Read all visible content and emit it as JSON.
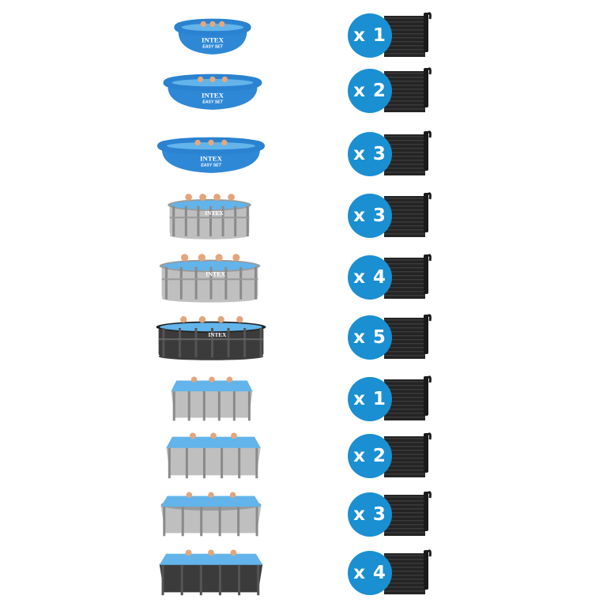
{
  "colors": {
    "badge": "#1a8fd1",
    "mat": "#242424",
    "mat_rib": "#3a3a3a",
    "water": "#2e88d6",
    "water_light": "#62b4ea",
    "frame_grey": "#bfbfbf",
    "frame_dark": "#3b3b3b"
  },
  "brand": {
    "name": "INTEX",
    "sub": "EASY SET"
  },
  "rows": [
    {
      "pool": "easy-set",
      "badge": "x 1"
    },
    {
      "pool": "easy-set",
      "badge": "x 2"
    },
    {
      "pool": "easy-set",
      "badge": "x 3"
    },
    {
      "pool": "round-frame-grey",
      "badge": "x 3"
    },
    {
      "pool": "round-frame-grey",
      "badge": "x 4"
    },
    {
      "pool": "round-frame-dark",
      "badge": "x 5"
    },
    {
      "pool": "rect-frame-grey",
      "badge": "x 1"
    },
    {
      "pool": "rect-frame-grey",
      "badge": "x 2"
    },
    {
      "pool": "oval-frame-grey",
      "badge": "x 3"
    },
    {
      "pool": "rect-frame-dark",
      "badge": "x 4"
    }
  ]
}
